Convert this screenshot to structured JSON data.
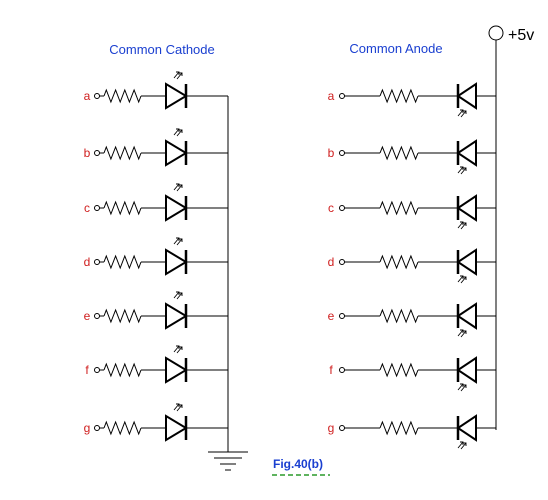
{
  "cathode": {
    "title": "Common Cathode",
    "segments": [
      "a",
      "b",
      "c",
      "d",
      "e",
      "f",
      "g"
    ]
  },
  "anode": {
    "title": "Common Anode",
    "segments": [
      "a",
      "b",
      "c",
      "d",
      "e",
      "f",
      "g"
    ],
    "supply": "+5v"
  },
  "caption": "Fig.40(b)",
  "colors": {
    "title": "#1a3fd0",
    "segment_label": "#d02020",
    "wire": "#000000",
    "diode_fill": "#ffffff",
    "caption_underline": "#2a9a2a"
  }
}
